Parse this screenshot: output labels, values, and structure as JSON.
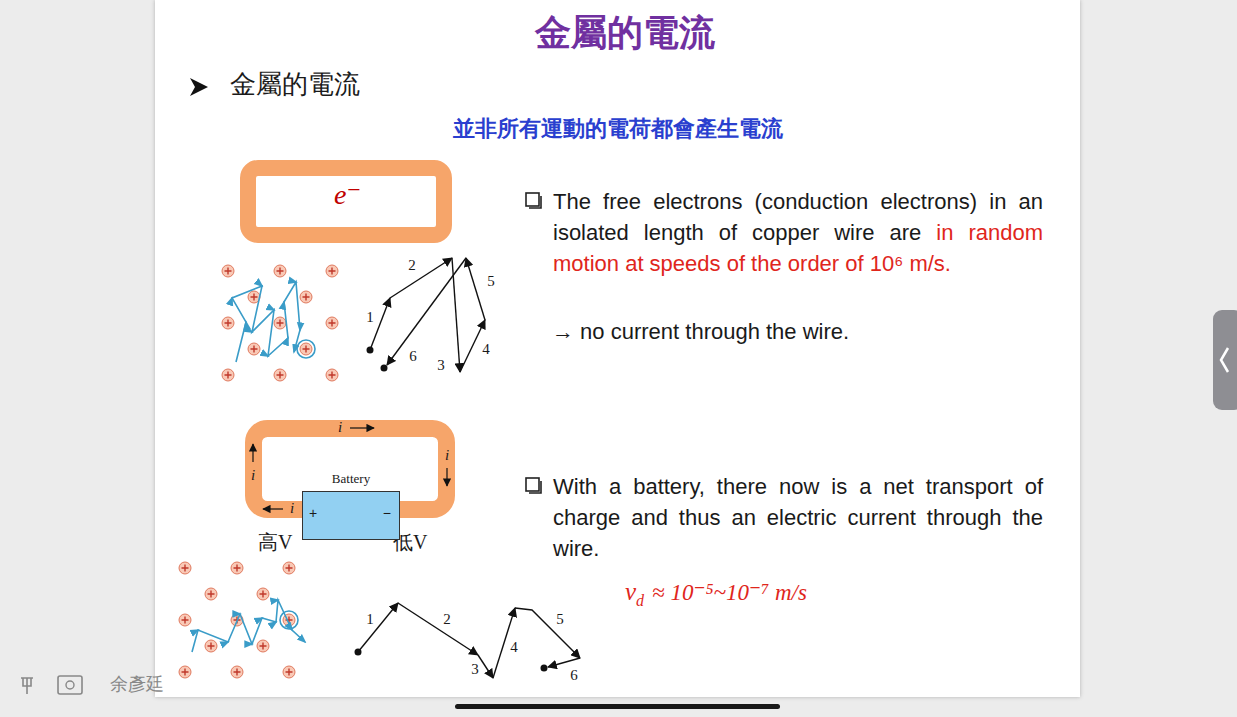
{
  "diagram": {
    "title": "金屬的電流",
    "nodes": [
      {
        "text": [
          "e⁻"
        ]
      },
      {
        "text": [
          "Battery",
          "+",
          "−"
        ]
      }
    ],
    "labels": [
      "金屬的電流",
      "並非所有運動的電荷都會產生電流",
      "1",
      "2",
      "5",
      "4",
      "6",
      "3",
      "The free electrons (conduction electrons) in an isolated length of copper wire are",
      "in random motion at speeds of the order of 10⁶ m/s.",
      "→ no current through the wire.",
      "i",
      "i",
      "i",
      "i",
      "高V",
      "低V",
      "1",
      "2",
      "3",
      "4",
      "5",
      "6",
      "With a battery, there now is a net transport of charge and thus an electric current through the wire.",
      "v",
      "d",
      "≈ 10⁻⁵~10⁻⁷ m/s",
      "余彥廷"
    ]
  }
}
